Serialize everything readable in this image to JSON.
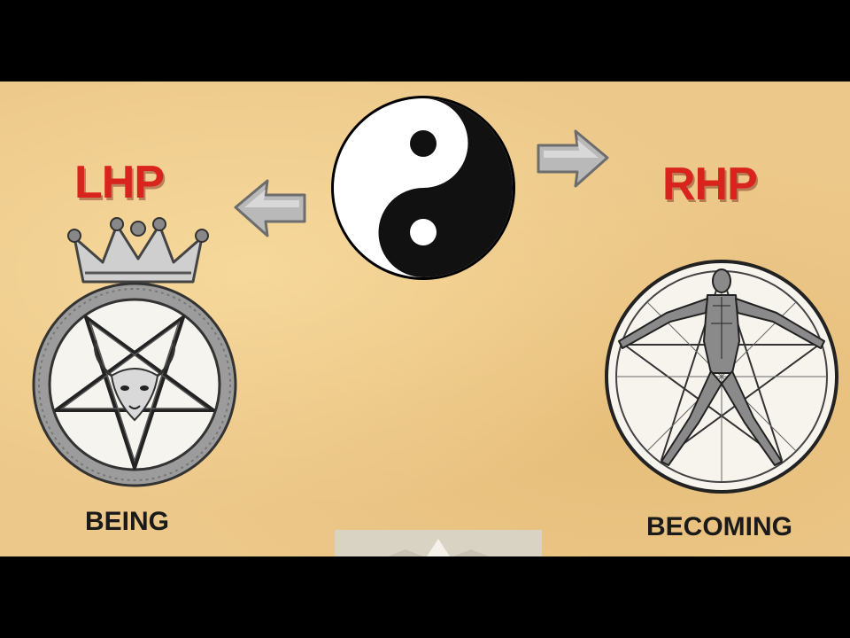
{
  "left_path": {
    "label": "LHP",
    "caption": "BEING"
  },
  "right_path": {
    "label": "RHP",
    "caption": "BECOMING"
  },
  "icons": {
    "center": "yin-yang-icon",
    "left_arrow": "arrow-left-icon",
    "right_arrow": "arrow-right-icon",
    "left_emblem": "crowned-inverted-pentagram-icon",
    "right_emblem": "vitruvian-pentagram-icon"
  },
  "colors": {
    "background": "#ecc88a",
    "heading": "#d8241c",
    "caption": "#1a1a1a",
    "frame": "#000000"
  }
}
